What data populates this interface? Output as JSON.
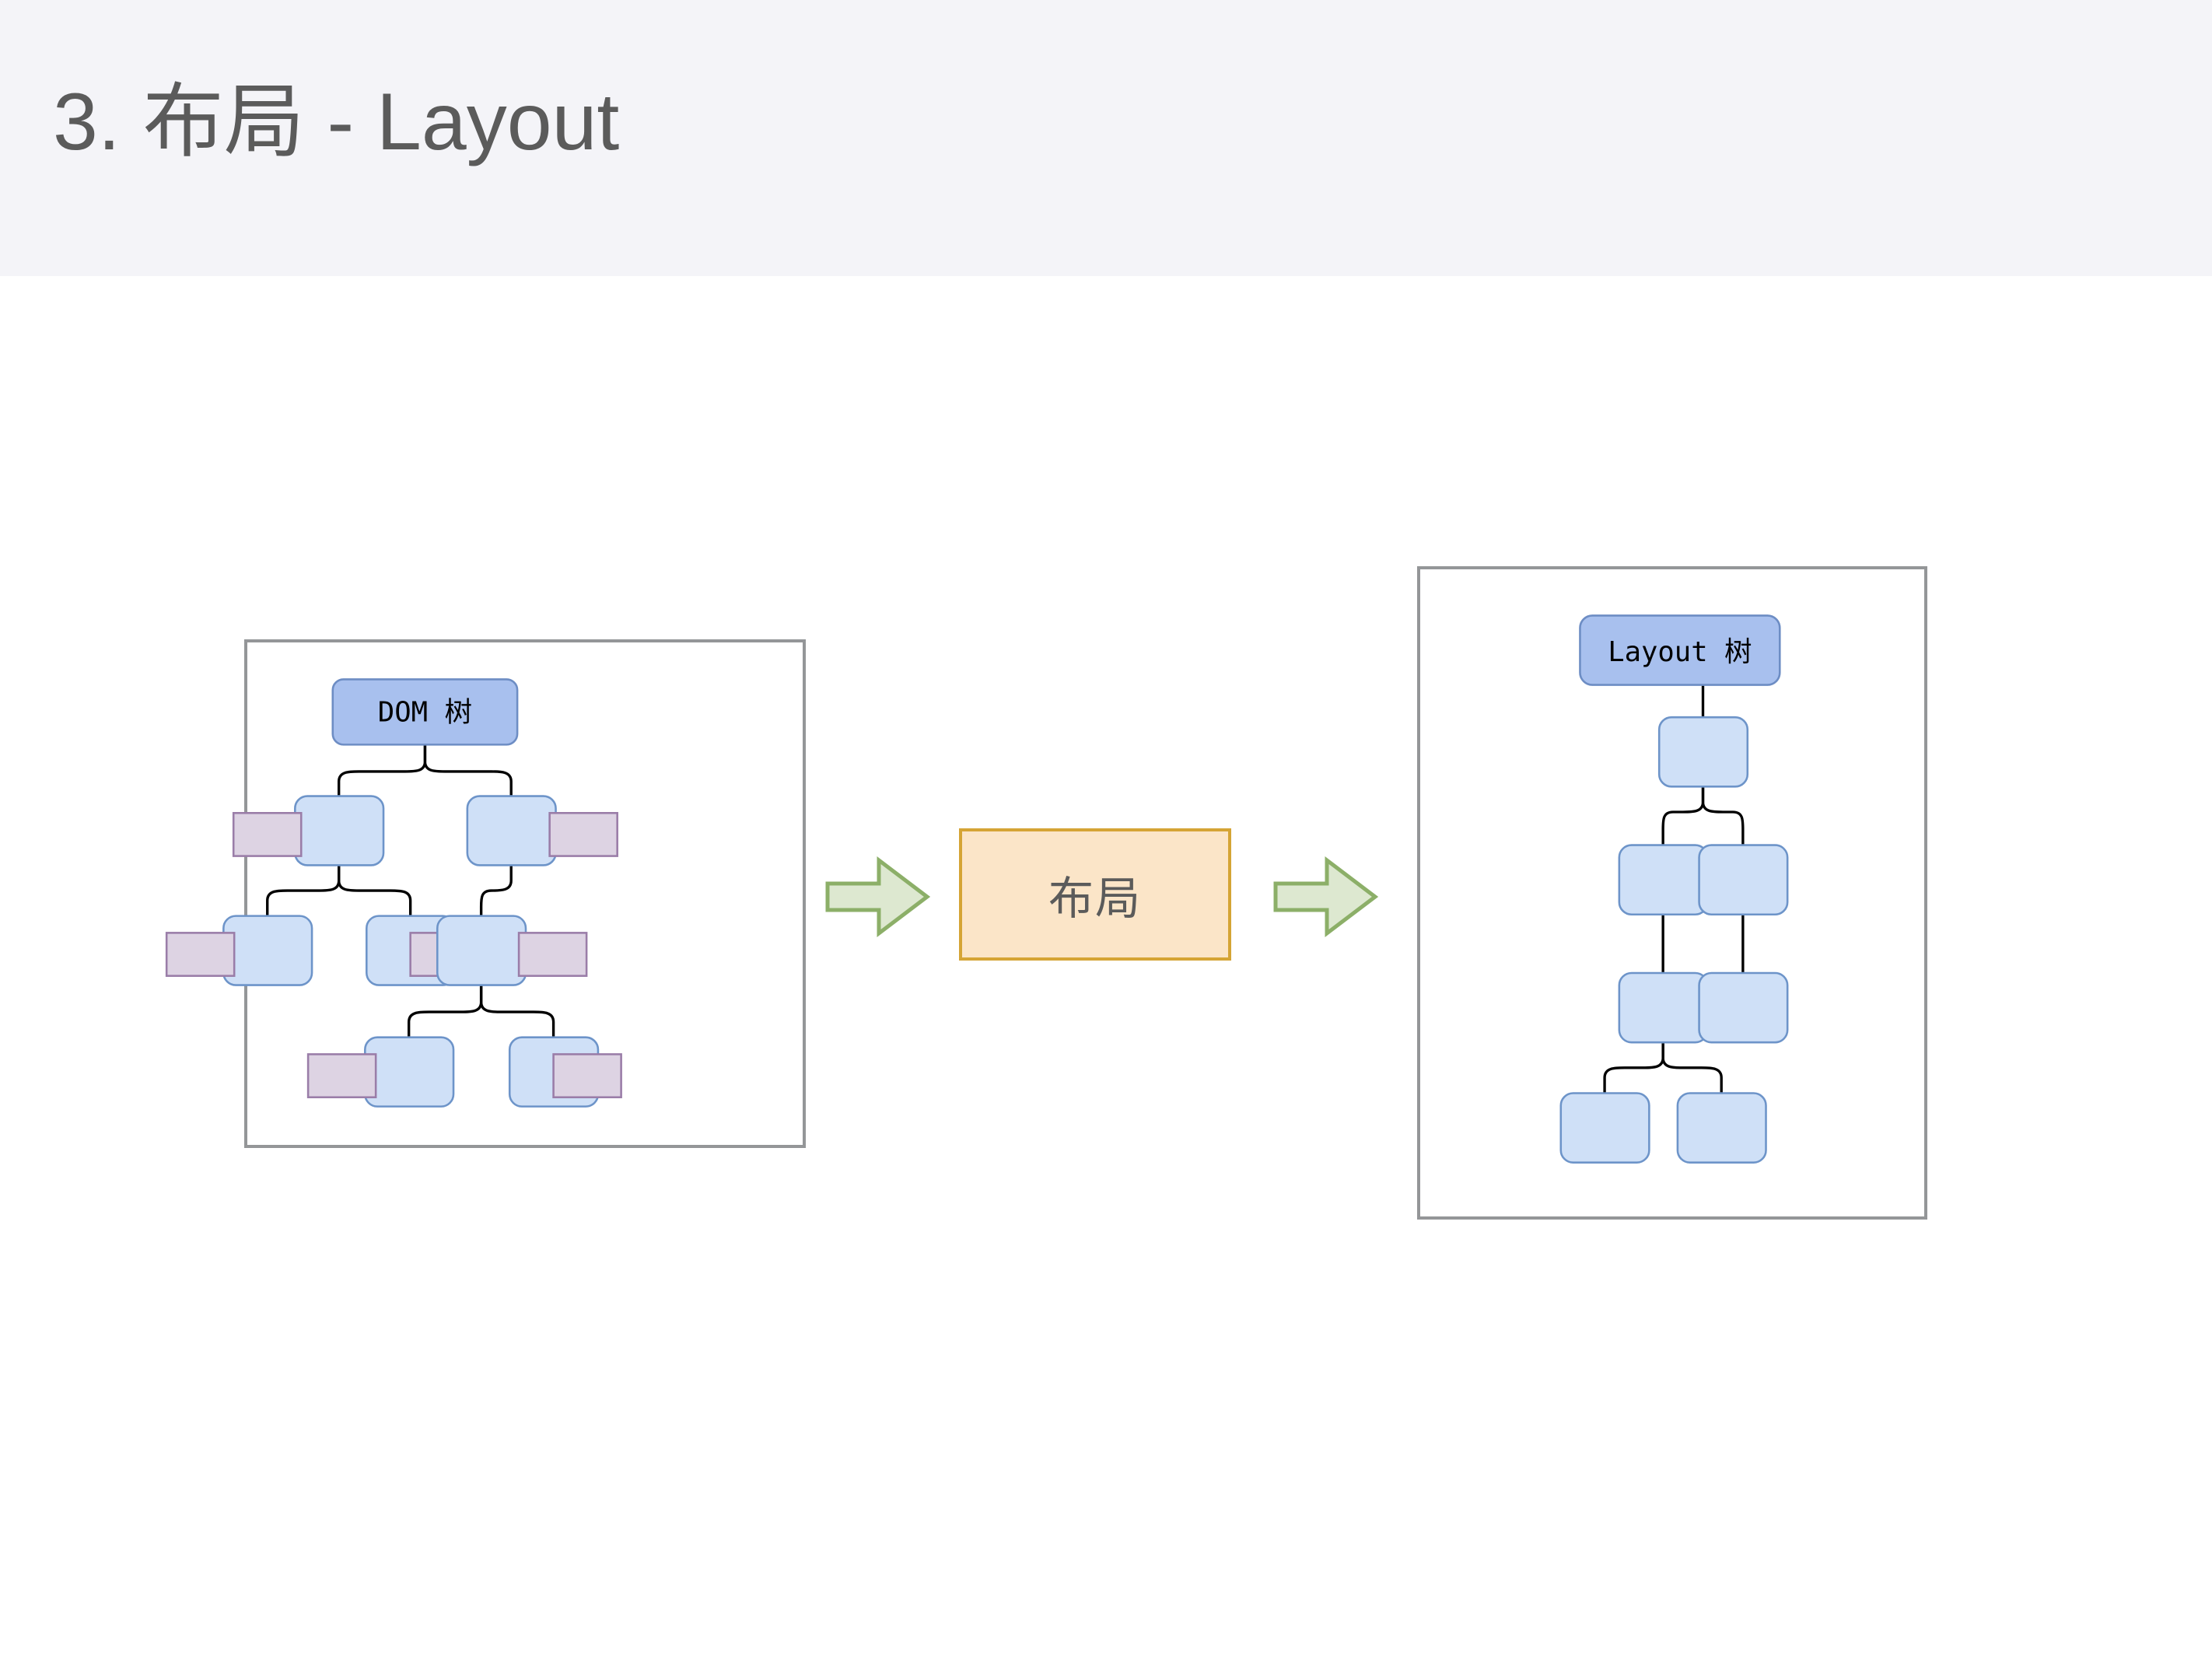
{
  "slide": {
    "title": "3. 布局 - Layout",
    "background": "#ffffff",
    "header_background": "#f4f4f8",
    "title_color": "#5b5b5b"
  },
  "diagram": {
    "type": "process-flow",
    "colors": {
      "panel_border": "#949698",
      "root_node_fill": "#a8c0ee",
      "root_node_border": "#6d8dc4",
      "node_fill": "#cfe0f7",
      "node_border": "#6d94c9",
      "style_box_fill": "#ddd3e3",
      "style_box_border": "#9a7da8",
      "edge_color": "#000000",
      "arrow_fill": "#dde8d0",
      "arrow_border": "#8caf68",
      "process_fill": "#fbe5c8",
      "process_border": "#d5a435"
    },
    "left_panel": {
      "name": "dom-tree-panel",
      "root_label": "DOM 树",
      "node_count": 8,
      "style_box_count": 7,
      "description": "DOM 树 with attached style boxes"
    },
    "process": {
      "label": "布局",
      "arrow_in": "arrow-right-icon",
      "arrow_out": "arrow-right-icon"
    },
    "right_panel": {
      "name": "layout-tree-panel",
      "root_label": "Layout 树",
      "node_count": 8,
      "description": "Layout 树 of boxes produced by layout"
    }
  }
}
